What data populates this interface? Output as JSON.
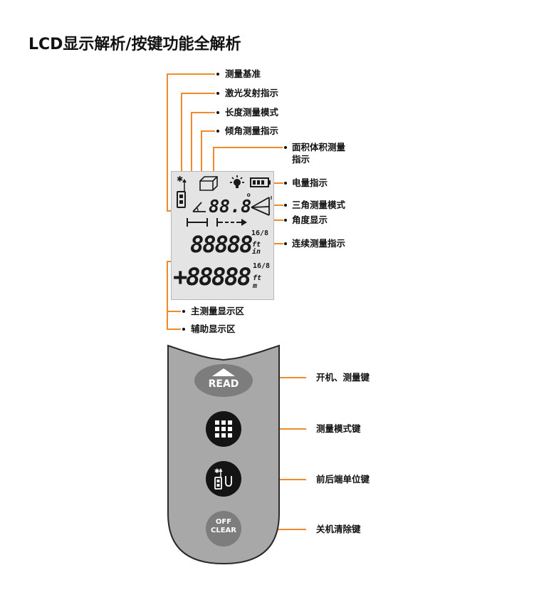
{
  "title": "LCD显示解析/按键功能全解析",
  "lcd_labels": {
    "measure_base": "测量基准",
    "laser_indicator": "激光发射指示",
    "length_mode": "长度测量模式",
    "tilt_indicator": "倾角测量指示",
    "area_volume_line1": "面积体积测量",
    "area_volume_line2": "指示",
    "battery": "电量指示",
    "triangle_mode": "三角测量模式",
    "angle_display": "角度显示",
    "continuous_indicator": "连续测量指示",
    "main_display": "主测量显示区",
    "aux_display": "辅助显示区"
  },
  "lcd_text": {
    "angle_value": "88.8",
    "degree": "°",
    "aux_digits": "88888",
    "main_digits": "+88888",
    "frac": "16/8",
    "unit_ft": "ft",
    "unit_in": "in",
    "unit_m": "m"
  },
  "keypad": {
    "read_label": "READ",
    "off_line1": "OFF",
    "off_line2": "CLEAR",
    "read_desc": "开机、测量键",
    "mode_desc": "测量模式键",
    "ref_desc": "前后端单位键",
    "off_desc": "关机清除键"
  },
  "colors": {
    "accent": "#f08a2a",
    "keypad_body": "#a8a8a8",
    "button": "#7d7d7d",
    "button_dark": "#141414"
  }
}
